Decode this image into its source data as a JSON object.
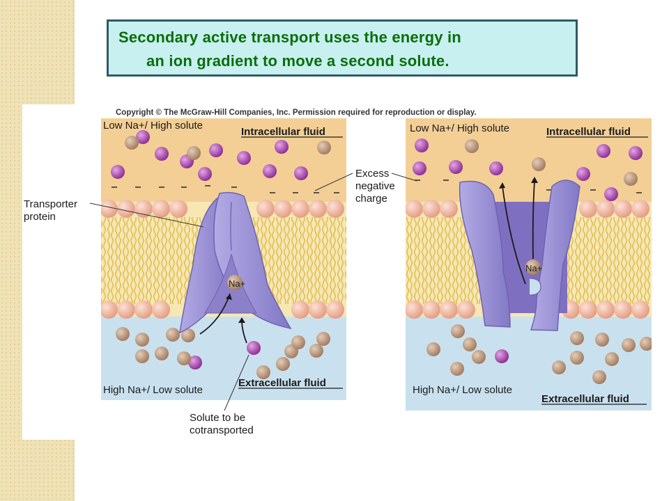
{
  "slide": {
    "title_line1": "Secondary active transport uses the energy in",
    "title_line2": "an ion gradient to move a second solute."
  },
  "figure": {
    "copyright": "Copyright © The McGraw-Hill Companies, Inc. Permission required for reproduction or display.",
    "left_panel": {
      "top_label": "Low Na+/ High solute",
      "intracellular_label": "Intracellular fluid",
      "bottom_label": "High Na+/ Low solute",
      "extracellular_label": "Extracellular fluid",
      "ion_label": "Na+"
    },
    "right_panel": {
      "top_label": "Low Na+/ High solute",
      "intracellular_label": "Intracellular fluid",
      "bottom_label": "High Na+/ Low solute",
      "extracellular_label": "Extracellular fluid",
      "ion_label": "Na+"
    },
    "callouts": {
      "transporter_line1": "Transporter",
      "transporter_line2": "protein",
      "excess_line1": "Excess",
      "excess_line2": "negative",
      "excess_line3": "charge",
      "solute_line1": "Solute to be",
      "solute_line2": "cotransported"
    }
  },
  "colors": {
    "title_text": "#0a6e0a",
    "title_bg": "#c8f0f0",
    "title_border": "#2d5a63",
    "intracellular": "#f3cf95",
    "extracellular": "#c9e1ee",
    "lipid_head": "#f0b49e",
    "lipid_tail": "#e5c45a",
    "protein": "#9c92d4",
    "solute": "#a340a8",
    "sodium": "#bd9a7e"
  }
}
